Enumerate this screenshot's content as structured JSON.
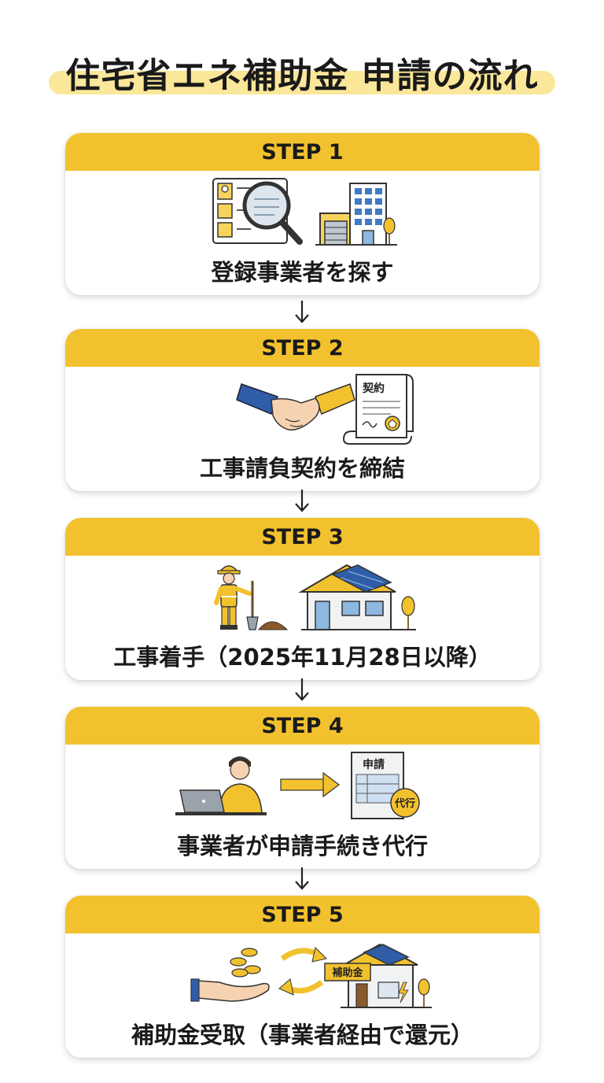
{
  "title": "住宅省エネ補助金 申請の流れ",
  "steps": [
    {
      "header": "STEP 1",
      "label": "登録事業者を探す",
      "icons": [
        "document-search-icon",
        "building-icon"
      ]
    },
    {
      "header": "STEP 2",
      "label": "工事請負契約を締結",
      "icons": [
        "handshake-icon",
        "contract-scroll-icon"
      ],
      "contract_text": "契約"
    },
    {
      "header": "STEP 3",
      "label": "工事着手（2025年11月28日以降）",
      "icons": [
        "construction-worker-icon",
        "solar-house-icon"
      ]
    },
    {
      "header": "STEP 4",
      "label": "事業者が申請手続き代行",
      "icons": [
        "laptop-person-icon",
        "arrow-right-icon",
        "application-form-icon"
      ],
      "form_title": "申請",
      "form_badge": "代行"
    },
    {
      "header": "STEP 5",
      "label": "補助金受取（事業者経由で還元）",
      "icons": [
        "coins-hand-icon",
        "exchange-arrows-icon",
        "subsidy-house-icon"
      ],
      "house_sign": "補助金"
    }
  ],
  "colors": {
    "accent": "#f2c12e",
    "title_highlight": "#fbe79a",
    "text": "#1a1a1a"
  }
}
